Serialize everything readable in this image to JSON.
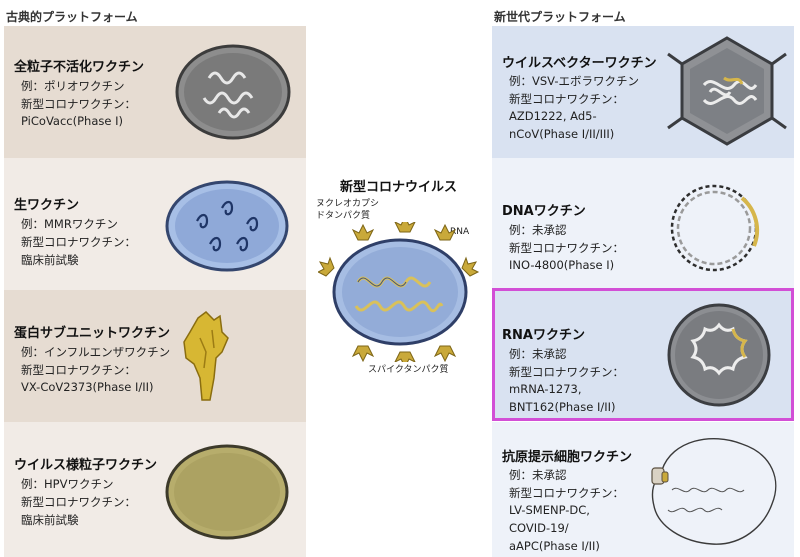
{
  "sections": {
    "left_title": "古典的プラットフォーム",
    "right_title": "新世代プラットフォーム"
  },
  "left": [
    {
      "name": "全粒子不活化ワクチン",
      "lines": [
        "例：ポリオワクチン",
        "新型コロナワクチン：",
        "PiCoVacc(Phase I)"
      ]
    },
    {
      "name": "生ワクチン",
      "lines": [
        "例：MMRワクチン",
        "新型コロナワクチン：",
        "臨床前試験"
      ]
    },
    {
      "name": "蛋白サブユニットワクチン",
      "lines": [
        "例：インフルエンザワクチン",
        "新型コロナワクチン：",
        "VX-CoV2373(Phase I/II)"
      ]
    },
    {
      "name": "ウイルス様粒子ワクチン",
      "lines": [
        "例：HPVワクチン",
        "新型コロナワクチン：",
        "臨床前試験"
      ]
    }
  ],
  "right": [
    {
      "name": "ウイルスベクターワクチン",
      "lines": [
        "例：VSV-エボラワクチン",
        "新型コロナワクチン：",
        "AZD1222, Ad5-",
        "nCoV(Phase I/II/III)"
      ]
    },
    {
      "name": "DNAワクチン",
      "lines": [
        "例：未承認",
        "新型コロナワクチン：",
        "INO-4800(Phase I)"
      ]
    },
    {
      "name": "RNAワクチン",
      "lines": [
        "例：未承認",
        "新型コロナワクチン：",
        "mRNA-1273,",
        "BNT162(Phase I/II)"
      ]
    },
    {
      "name": "抗原提示細胞ワクチン",
      "lines": [
        "例：未承認",
        "新型コロナワクチン：",
        "LV-SMENP-DC,",
        "COVID-19/",
        "aAPC(Phase I/II)"
      ]
    }
  ],
  "center": {
    "title": "新型コロナウイルス",
    "label_nucleocapsid_1": "ヌクレオカプシ",
    "label_nucleocapsid_2": "ドタンパク質",
    "label_rna": "RNA",
    "label_spike": "スパイクタンパク質"
  },
  "colors": {
    "virus_gray": "#8a8a8a",
    "virus_blue": "#9fb8e2",
    "virus_olive": "#b3aa69",
    "spike_gold": "#c9a93a",
    "spike_gray": "#7d8088",
    "highlight": "#d24fd6"
  }
}
